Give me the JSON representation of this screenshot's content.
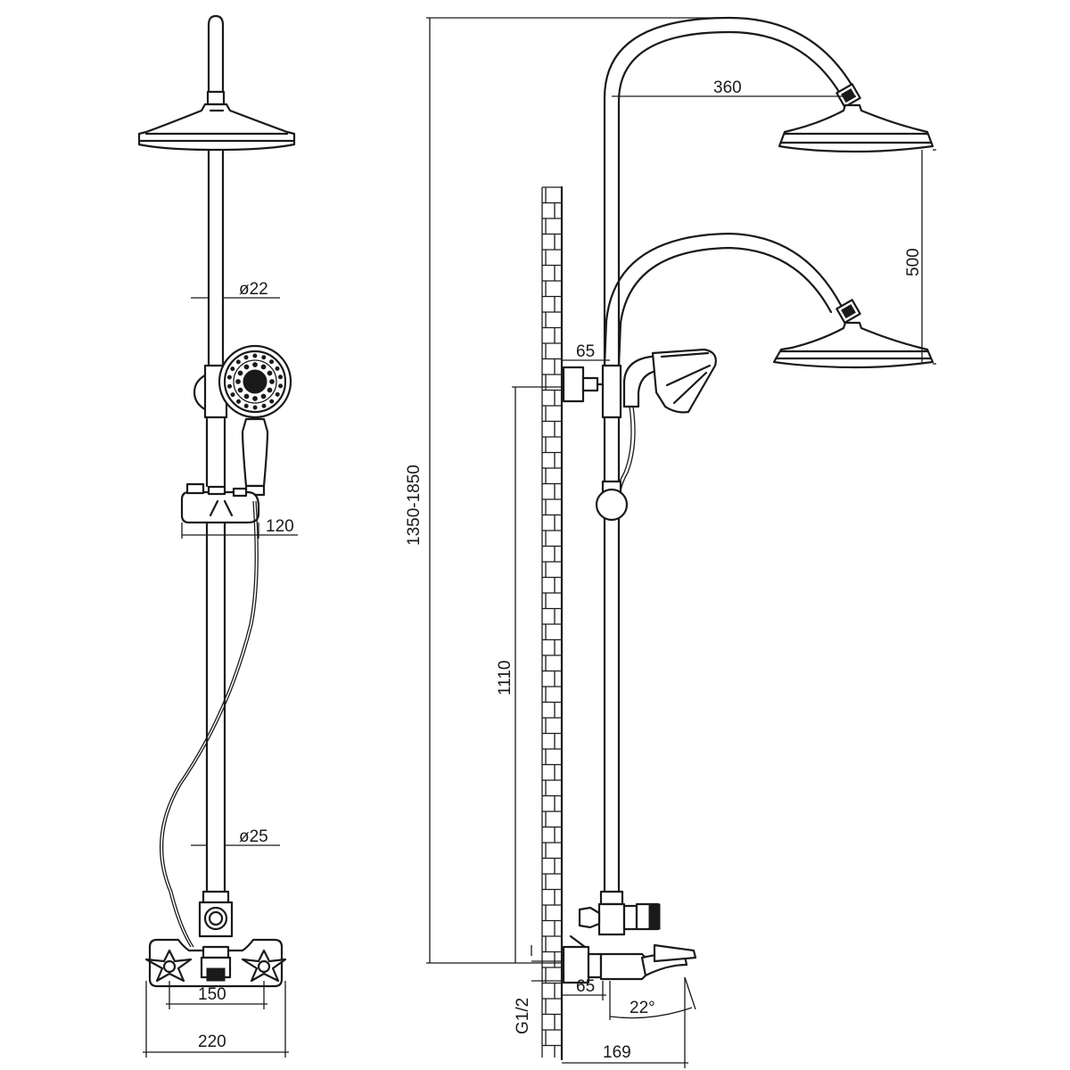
{
  "dimensions": {
    "pipe_upper_diameter": "ø22",
    "pipe_lower_diameter": "ø25",
    "slider_depth": "120",
    "handle_spacing": "150",
    "mixer_width": "220",
    "total_height": "1350-1850",
    "arm_reach": "360",
    "head_height_adjust": "500",
    "bracket_offset": "65",
    "outlet_height": "1110",
    "mixer_offset": "65",
    "spout_angle": "22°",
    "spout_reach": "169",
    "inlet_thread": "G1/2"
  },
  "colors": {
    "line": "#1a1a1a",
    "background": "#ffffff"
  }
}
